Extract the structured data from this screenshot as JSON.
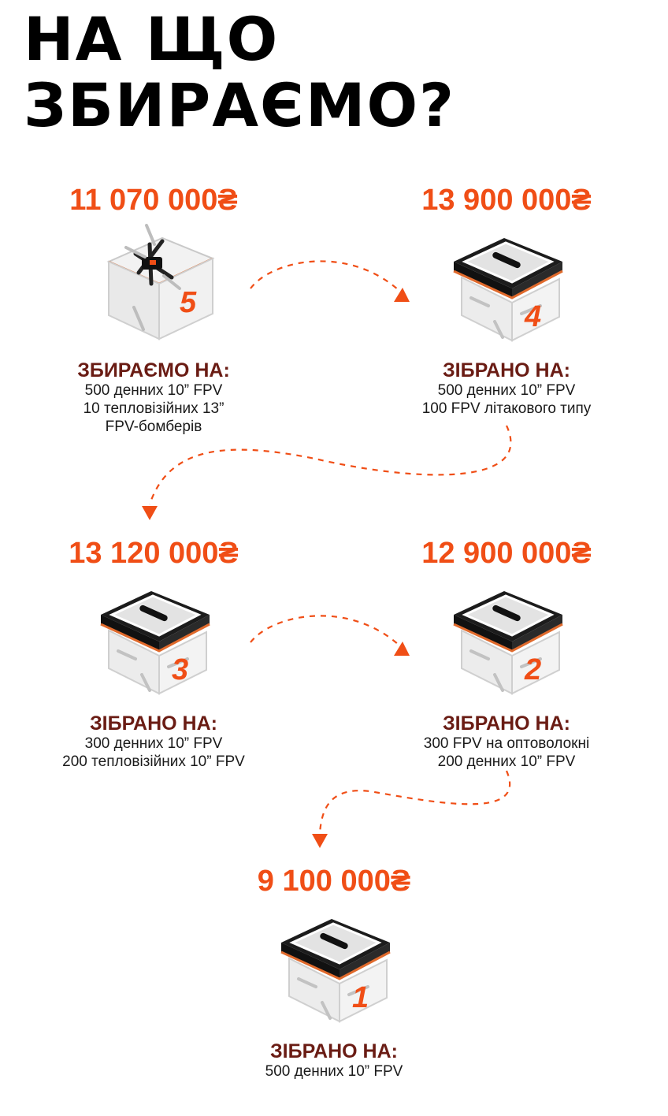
{
  "title": {
    "line1": "НА ЩО",
    "line2": "ЗБИРАЄМО?"
  },
  "colors": {
    "accent": "#f04e16",
    "label": "#6a1c14",
    "text": "#1a1a1a"
  },
  "items": [
    {
      "amount": "11 070 000₴",
      "number": "5",
      "label": "ЗБИРАЄМО НА:",
      "lines": [
        "500 денних 10” FPV",
        "10 тепловізійних 13”",
        "FPV-бомберів"
      ],
      "icon": "open-box-with-drone-icon"
    },
    {
      "amount": "13 900 000₴",
      "number": "4",
      "label": "ЗІБРАНО НА:",
      "lines": [
        "500 денних 10” FPV",
        "100 FPV літакового типу"
      ],
      "icon": "closed-box-icon"
    },
    {
      "amount": "13 120 000₴",
      "number": "3",
      "label": "ЗІБРАНО НА:",
      "lines": [
        "300 денних 10” FPV",
        "200 тепловізійних 10” FPV"
      ],
      "icon": "closed-box-icon"
    },
    {
      "amount": "12 900 000₴",
      "number": "2",
      "label": "ЗІБРАНО НА:",
      "lines": [
        "300 FPV на оптоволокні",
        "200 денних 10” FPV"
      ],
      "icon": "closed-box-icon"
    },
    {
      "amount": "9 100 000₴",
      "number": "1",
      "label": "ЗІБРАНО НА:",
      "lines": [
        "500 денних 10” FPV"
      ],
      "icon": "closed-box-icon"
    }
  ]
}
